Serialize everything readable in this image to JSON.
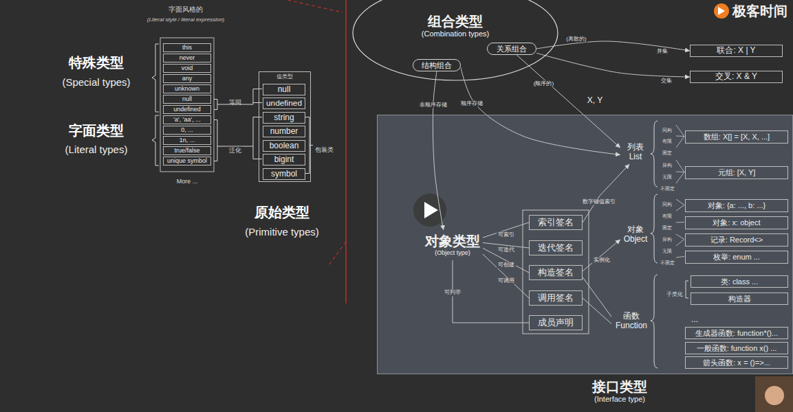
{
  "diagram": {
    "nodes": [
      {
        "text": [
          "this"
        ]
      },
      {
        "text": [
          "never"
        ]
      },
      {
        "text": [
          "void"
        ]
      },
      {
        "text": [
          "any"
        ]
      },
      {
        "text": [
          "unknown"
        ]
      },
      {
        "text": [
          "null"
        ]
      },
      {
        "text": [
          "undefined"
        ]
      },
      {
        "text": [
          "'a', 'aa', ..."
        ]
      },
      {
        "text": [
          "0, ..."
        ]
      },
      {
        "text": [
          "1n, ..."
        ]
      },
      {
        "text": [
          "true/false"
        ]
      },
      {
        "text": [
          "unique symbol"
        ]
      },
      {
        "text": [
          "值类型"
        ]
      },
      {
        "text": [
          "null"
        ],
        "in": 12
      },
      {
        "text": [
          "undefined"
        ],
        "in": 12
      },
      {
        "text": [
          "string"
        ],
        "in": 12
      },
      {
        "text": [
          "number"
        ],
        "in": 12
      },
      {
        "text": [
          "boolean"
        ],
        "in": 12
      },
      {
        "text": [
          "bigint"
        ],
        "in": 12
      },
      {
        "text": [
          "symbol"
        ],
        "in": 12
      },
      {
        "text": [
          "组合类型",
          "(Combination types)"
        ]
      },
      {
        "text": [
          "关系组合"
        ],
        "in": 20
      },
      {
        "text": [
          "结构组合"
        ],
        "in": 20
      },
      {
        "text": [
          "联合: X | Y"
        ]
      },
      {
        "text": [
          "交叉: X & Y"
        ]
      },
      {
        "text": [
          "接口类型",
          "(Interface type)"
        ]
      },
      {
        "text": [
          "列表",
          "List"
        ],
        "in": 25
      },
      {
        "text": [
          "数组: X[] = [X, X, ...]"
        ],
        "in": 25
      },
      {
        "text": [
          "元组: [X, Y]"
        ],
        "in": 25
      },
      {
        "text": [
          "对象类型",
          "(Object type)"
        ],
        "in": 25
      },
      {
        "text": [
          "索引签名"
        ],
        "in": 25
      },
      {
        "text": [
          "迭代签名"
        ],
        "in": 25
      },
      {
        "text": [
          "构造签名"
        ],
        "in": 25
      },
      {
        "text": [
          "调用签名"
        ],
        "in": 25
      },
      {
        "text": [
          "成员声明"
        ],
        "in": 25
      },
      {
        "text": [
          "对象",
          "Object"
        ],
        "in": 25
      },
      {
        "text": [
          "对象: {a: ..., b: ...}"
        ],
        "in": 25
      },
      {
        "text": [
          "对象: x: object"
        ],
        "in": 25
      },
      {
        "text": [
          "记录: Record<>"
        ],
        "in": 25
      },
      {
        "text": [
          "枚举: enum ..."
        ],
        "in": 25
      },
      {
        "text": [
          "函数",
          "Function"
        ],
        "in": 25
      },
      {
        "text": [
          "类: class ..."
        ],
        "in": 25
      },
      {
        "text": [
          "构造器"
        ],
        "in": 25
      },
      {
        "text": [
          "生成器函数: function*()..."
        ],
        "in": 25
      },
      {
        "text": [
          "一般函数: function x() ..."
        ],
        "in": 25
      },
      {
        "text": [
          "箭头函数: x = ()=>..."
        ],
        "in": 25
      }
    ],
    "edges": [
      {
        "from": 21,
        "to": 23,
        "arrow": "to",
        "label": "并集"
      },
      {
        "from": 21,
        "to": 24,
        "arrow": "to",
        "label": "交集"
      },
      {
        "from": 21,
        "to": 26,
        "arrow": "to",
        "label": "(顺序的)"
      },
      {
        "from": 22,
        "to": 29,
        "arrow": "to",
        "label": "非顺序存储"
      },
      {
        "from": 22,
        "to": 26,
        "arrow": "to",
        "label": "顺序存储"
      },
      {
        "from": 29,
        "to": 30,
        "arrow": "none",
        "label": "可索引"
      },
      {
        "from": 29,
        "to": 31,
        "arrow": "none",
        "label": "可迭代"
      },
      {
        "from": 29,
        "to": 32,
        "arrow": "none",
        "label": "可创建"
      },
      {
        "from": 29,
        "to": 33,
        "arrow": "none",
        "label": "可调用"
      },
      {
        "from": 29,
        "to": 34,
        "arrow": "none",
        "label": "可列举"
      },
      {
        "from": 30,
        "to": 26,
        "arrow": "to",
        "label": "数字键值索引"
      },
      {
        "from": 32,
        "to": 35,
        "arrow": "to",
        "label": "实例化"
      },
      {
        "from": 32,
        "to": 40,
        "arrow": "none"
      },
      {
        "from": 33,
        "to": 40,
        "arrow": "none"
      }
    ],
    "labels": [
      "字面风格的",
      "(Literal style / literal expression)",
      "特殊类型",
      "(Special types)",
      "字面类型",
      "(Literal types)",
      "More ...",
      "等同",
      "泛化",
      "包装类",
      "原始类型",
      "(Primitive types)",
      "(离散的)",
      "X, Y",
      "同构",
      "有限",
      "固定",
      "异构",
      "无限",
      "不固定",
      "同构",
      "有限",
      "固定",
      "异构",
      "无限",
      "不固定",
      "子类化",
      "...",
      "极客时间"
    ]
  }
}
